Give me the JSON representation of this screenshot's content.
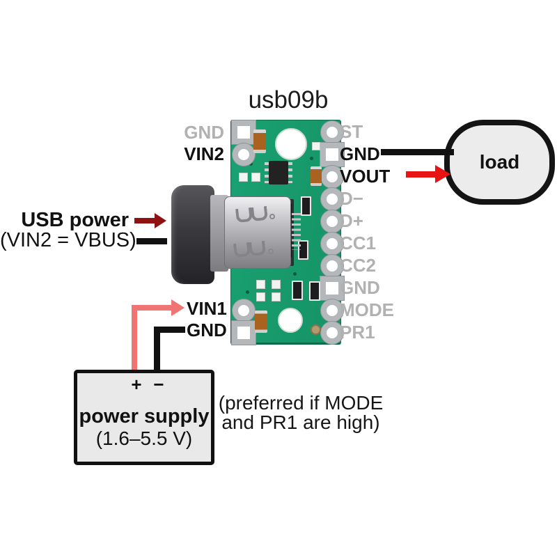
{
  "diagram_title": "usb09b",
  "board": {
    "name": "usb09b breakout board",
    "left_pins": [
      {
        "label": "GND",
        "emphasized": false
      },
      {
        "label": "VIN2",
        "emphasized": true
      },
      {
        "label": "VIN1",
        "emphasized": true
      },
      {
        "label": "GND",
        "emphasized": true
      }
    ],
    "right_pins": [
      {
        "label": "ST",
        "emphasized": false
      },
      {
        "label": "GND",
        "emphasized": true
      },
      {
        "label": "VOUT",
        "emphasized": true
      },
      {
        "label": "D−",
        "emphasized": false
      },
      {
        "label": "D+",
        "emphasized": false
      },
      {
        "label": "CC1",
        "emphasized": false
      },
      {
        "label": "CC2",
        "emphasized": false
      },
      {
        "label": "GND",
        "emphasized": false
      },
      {
        "label": "MODE",
        "emphasized": false
      },
      {
        "label": "PR1",
        "emphasized": false
      }
    ]
  },
  "load": {
    "label": "load"
  },
  "usb_power": {
    "title": "USB power",
    "subtitle": "(VIN2 = VBUS)"
  },
  "power_supply": {
    "plus_label": "+",
    "minus_label": "−",
    "name": "power supply",
    "voltage_range": "(1.6–5.5 V)"
  },
  "note": {
    "line1": "(preferred if MODE",
    "line2": "and PR1 are high)"
  },
  "colors": {
    "pcb_green": "#17976a",
    "wire_red": "#e81414",
    "wire_dark_red": "#8f1212",
    "wire_pink": "#f07474",
    "wire_black": "#111111",
    "inactive_label_gray": "#b1b1b1",
    "load_fill": "#ececec",
    "power_supply_fill": "#e9e9e9"
  }
}
